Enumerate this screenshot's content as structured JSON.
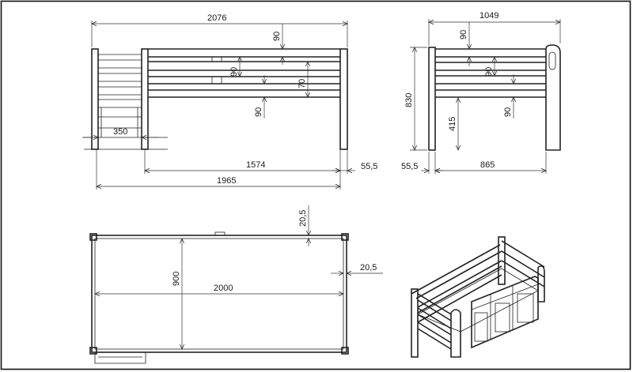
{
  "drawing": {
    "front_view": {
      "overall_width": "2076",
      "rail_spacing_top": "90",
      "rail_spacing_mid": "90",
      "rail_spacing_small": "70",
      "rail_spacing_low": "90",
      "ladder_width": "350",
      "inner_length": "1574",
      "end_offset": "55,5",
      "base_length": "1965"
    },
    "side_view": {
      "overall_width": "1049",
      "rail_spacing_top": "90",
      "rail_spacing_mid": "90",
      "rail_spacing_low": "90",
      "overall_height": "830",
      "mattress_height": "415",
      "end_offset": "55,5",
      "inner_width": "865"
    },
    "top_view": {
      "post_offset_top": "20,5",
      "post_offset_side": "20,5",
      "mattress_width": "900",
      "mattress_length": "2000"
    }
  },
  "colors": {
    "line": "#222222",
    "frame": "#111111",
    "background": "#ffffff"
  }
}
